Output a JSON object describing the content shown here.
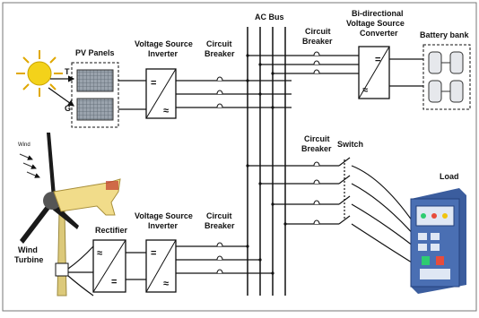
{
  "labels": {
    "pv_panels": "PV Panels",
    "vsi_top_1": "Voltage Source",
    "vsi_top_2": "Inverter",
    "cb_top_1": "Circuit",
    "cb_top_2": "Breaker",
    "ac_bus": "AC Bus",
    "cb_right_1": "Circuit",
    "cb_right_2": "Breaker",
    "bidir_1": "Bi-directional",
    "bidir_2": "Voltage Source",
    "bidir_3": "Converter",
    "battery_bank": "Battery bank",
    "sun_t": "T",
    "sun_g": "G",
    "cb_mid_1": "Circuit",
    "cb_mid_2": "Breaker",
    "switch": "Switch",
    "load": "Load",
    "wind": "Wind",
    "turbine": "Turbine",
    "rectifier": "Rectifier",
    "vsi_bot_1": "Voltage Source",
    "vsi_bot_2": "Inverter",
    "cb_bot_1": "Circuit",
    "cb_bot_2": "Breaker",
    "wind_small": "Wind"
  },
  "symbols": {
    "ac": "≈",
    "dc": "="
  },
  "colors": {
    "sun": "#f3d21a",
    "sun_ray": "#e0a800",
    "nacelle": "#f1dc8a",
    "tower": "#dcc97a",
    "load_body": "#4a6fb3",
    "load_screen": "#dfe7f4",
    "arrow_red": "#c0392b"
  }
}
